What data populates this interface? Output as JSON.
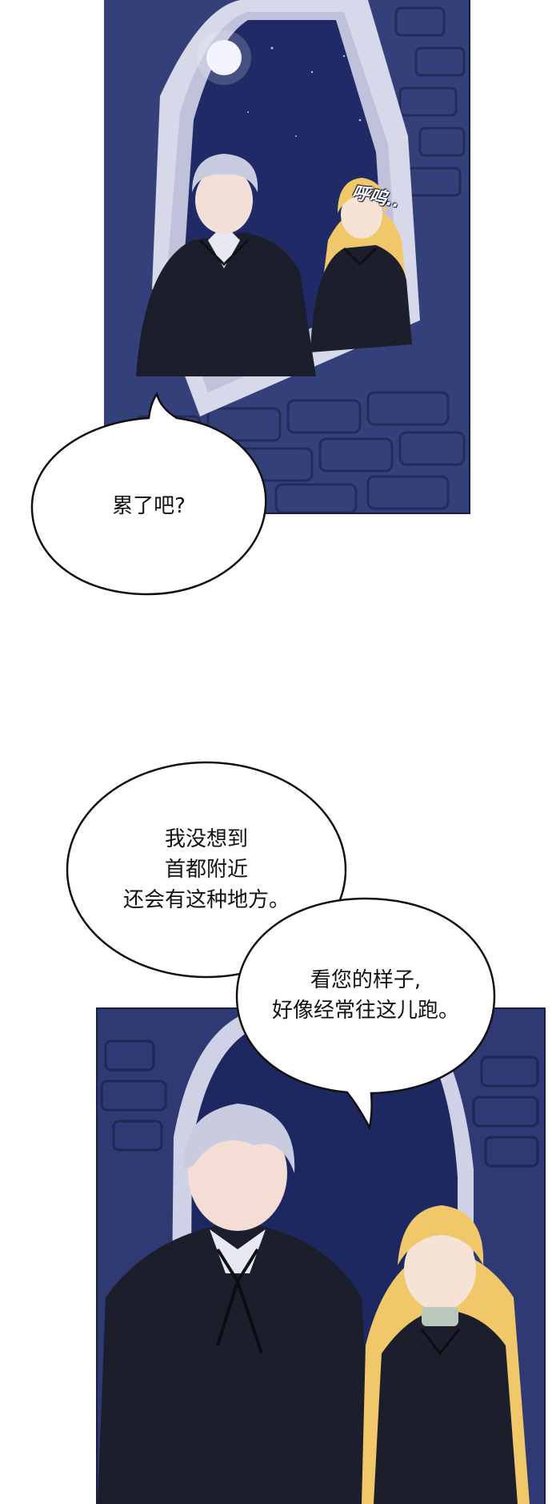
{
  "panels": [
    {
      "name": "top-panel-window-scene"
    },
    {
      "name": "bottom-panel-close-up"
    }
  ],
  "sfx": {
    "text": "呼呜.."
  },
  "bubbles": {
    "tired": {
      "lines": [
        "累了吧?"
      ]
    },
    "didnt_think": {
      "lines": [
        "我没想到",
        "首都附近",
        "还会有这种地方。"
      ]
    },
    "looks_like": {
      "lines": [
        "看您的样子,",
        "好像经常往这儿跑。"
      ]
    }
  },
  "colors": {
    "night_sky": "#1f2a66",
    "stone_wall": "#3e4a82",
    "window_frame": "#d7d8ea",
    "cloak": "#1c1f2b",
    "blonde_hair": "#f0c86a",
    "silver_hair": "#c9cbe0",
    "bubble_fill": "#ffffff",
    "bubble_stroke": "#111111"
  }
}
